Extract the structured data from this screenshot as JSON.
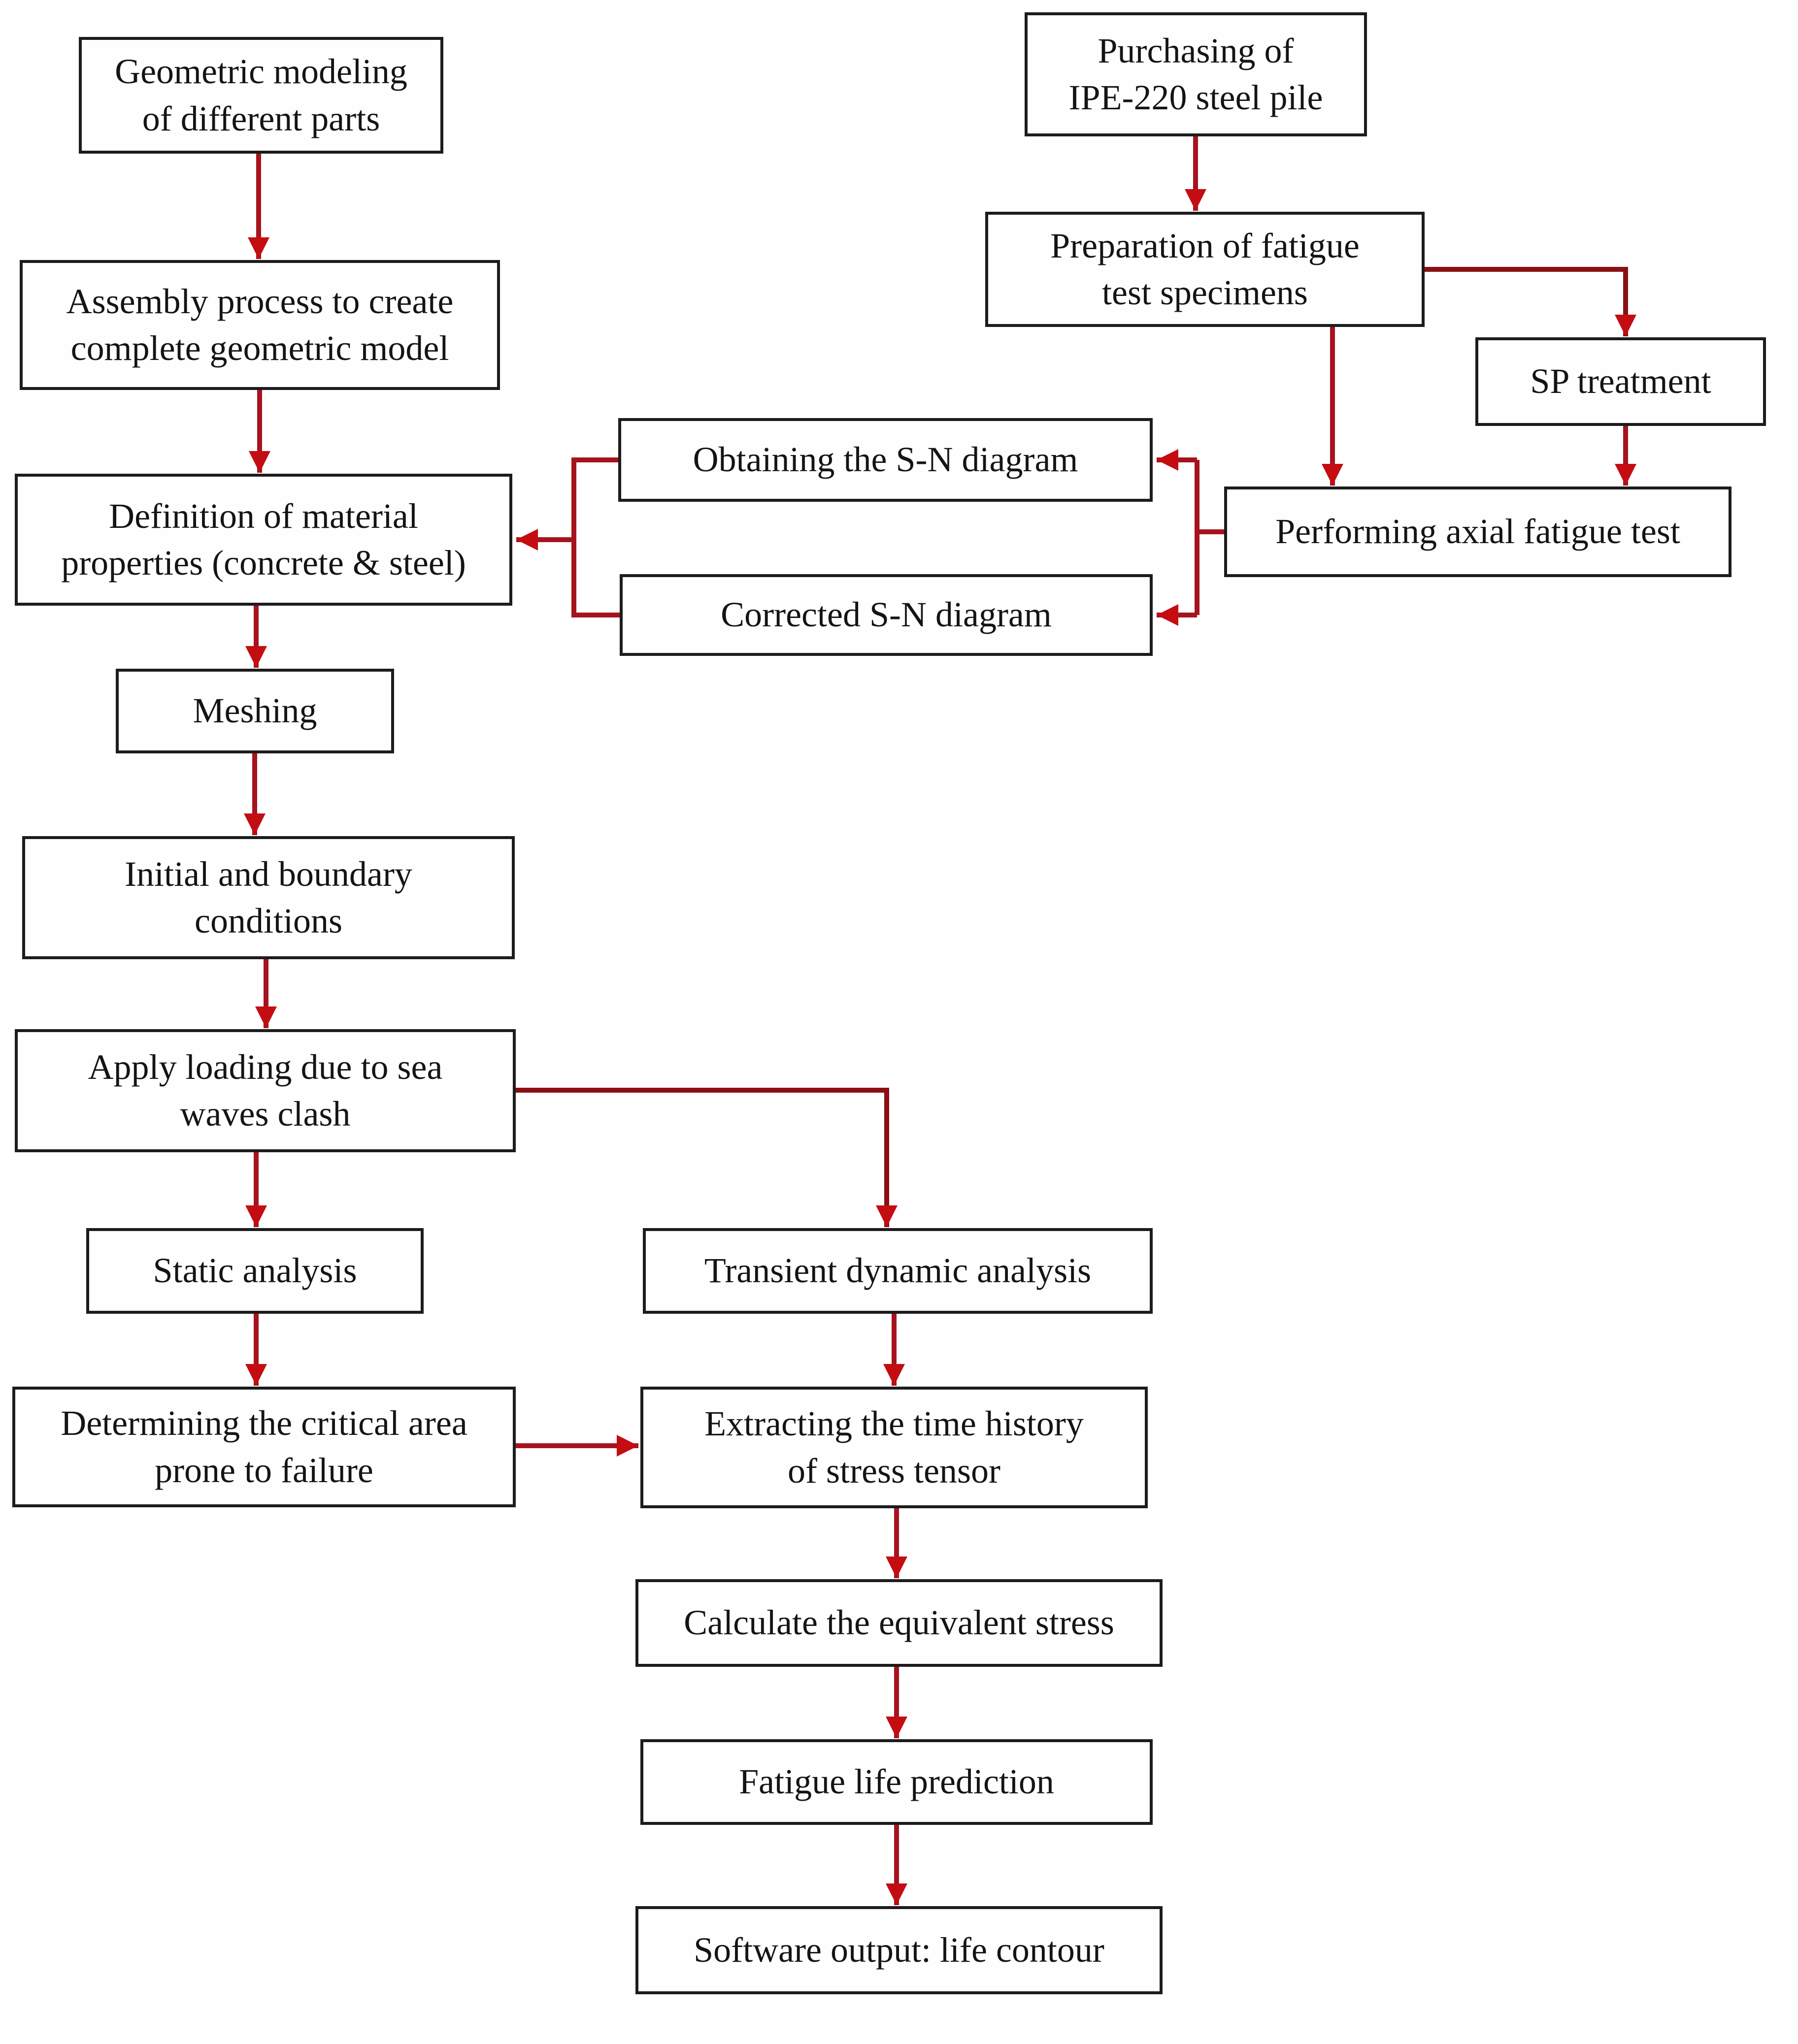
{
  "diagram": {
    "nodes": {
      "geometric": {
        "label": "Geometric modeling\nof different parts"
      },
      "purchasing": {
        "label": "Purchasing of\nIPE-220 steel pile"
      },
      "assembly": {
        "label": "Assembly process to create\ncomplete geometric model"
      },
      "preparation": {
        "label": "Preparation of fatigue\ntest specimens"
      },
      "sp": {
        "label": "SP treatment"
      },
      "obtaining": {
        "label": "Obtaining the S-N diagram"
      },
      "definition": {
        "label": "Definition of material\nproperties (concrete & steel)"
      },
      "performing": {
        "label": "Performing axial fatigue test"
      },
      "corrected": {
        "label": "Corrected S-N diagram"
      },
      "meshing": {
        "label": "Meshing"
      },
      "initial": {
        "label": "Initial and boundary\nconditions"
      },
      "apply": {
        "label": "Apply loading due to sea\nwaves clash"
      },
      "static": {
        "label": "Static analysis"
      },
      "transient": {
        "label": "Transient dynamic analysis"
      },
      "determining": {
        "label": "Determining the critical area\nprone to failure"
      },
      "extracting": {
        "label": "Extracting the time history\nof stress tensor"
      },
      "calculate": {
        "label": "Calculate the equivalent stress"
      },
      "fatigue": {
        "label": "Fatigue life prediction"
      },
      "software": {
        "label": "Software output: life contour"
      }
    },
    "edges": [
      {
        "from": "geometric",
        "to": "assembly"
      },
      {
        "from": "assembly",
        "to": "definition"
      },
      {
        "from": "purchasing",
        "to": "preparation"
      },
      {
        "from": "preparation",
        "to": "sp"
      },
      {
        "from": "preparation",
        "to": "performing"
      },
      {
        "from": "sp",
        "to": "performing"
      },
      {
        "from": "performing",
        "to": "obtaining"
      },
      {
        "from": "performing",
        "to": "corrected"
      },
      {
        "from": "obtaining",
        "to": "definition"
      },
      {
        "from": "corrected",
        "to": "definition"
      },
      {
        "from": "definition",
        "to": "meshing"
      },
      {
        "from": "meshing",
        "to": "initial"
      },
      {
        "from": "initial",
        "to": "apply"
      },
      {
        "from": "apply",
        "to": "static"
      },
      {
        "from": "apply",
        "to": "transient"
      },
      {
        "from": "static",
        "to": "determining"
      },
      {
        "from": "determining",
        "to": "extracting"
      },
      {
        "from": "transient",
        "to": "extracting"
      },
      {
        "from": "extracting",
        "to": "calculate"
      },
      {
        "from": "calculate",
        "to": "fatigue"
      },
      {
        "from": "fatigue",
        "to": "software"
      }
    ],
    "colors": {
      "arrow_line": "#a6131e",
      "arrow_line_dark": "#8a1014",
      "arrowhead": "#c40d12",
      "box_border": "#1c1c1c",
      "box_fill": "#fefefe",
      "text": "#141414",
      "background": "#ffffff"
    }
  }
}
